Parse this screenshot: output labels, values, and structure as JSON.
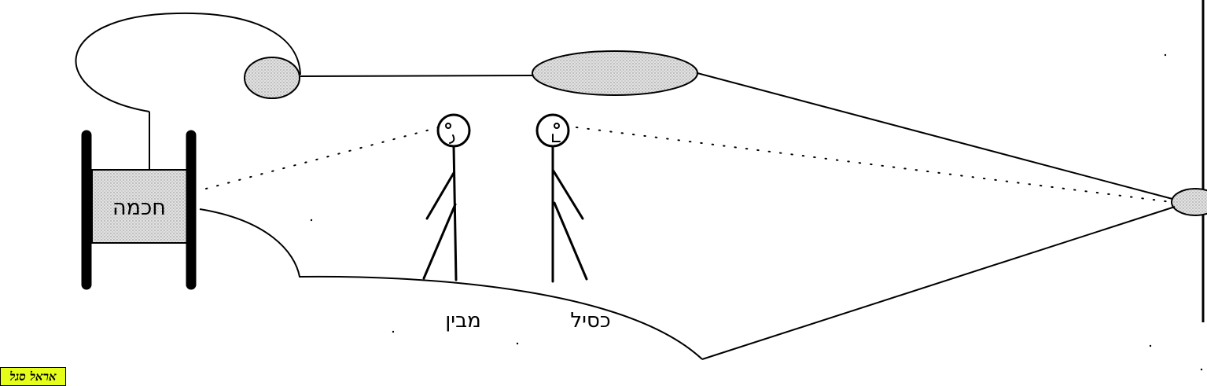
{
  "labels": {
    "scroll": "חכמה",
    "understanding_figure": "מבין",
    "fool_figure": "כסיל"
  },
  "signature": {
    "text": "אראל סגל"
  },
  "colors": {
    "ink": "#000000",
    "stipple_fill": "#d4d4d4",
    "signature_background": "#e6ff1a"
  }
}
